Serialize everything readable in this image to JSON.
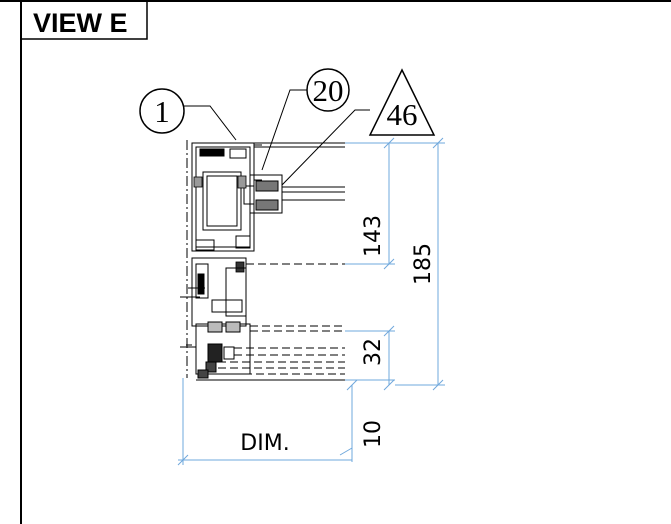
{
  "view_title": "VIEW E",
  "callouts": {
    "balloon_1": "1",
    "balloon_20": "20",
    "triangle_46": "46"
  },
  "dimensions": {
    "d143": "143",
    "d185": "185",
    "d32": "32",
    "d10": "10",
    "dim": "DIM."
  },
  "colors": {
    "ink": "#000000",
    "dimension": "#6fa8dc",
    "hatch": "#555555"
  }
}
